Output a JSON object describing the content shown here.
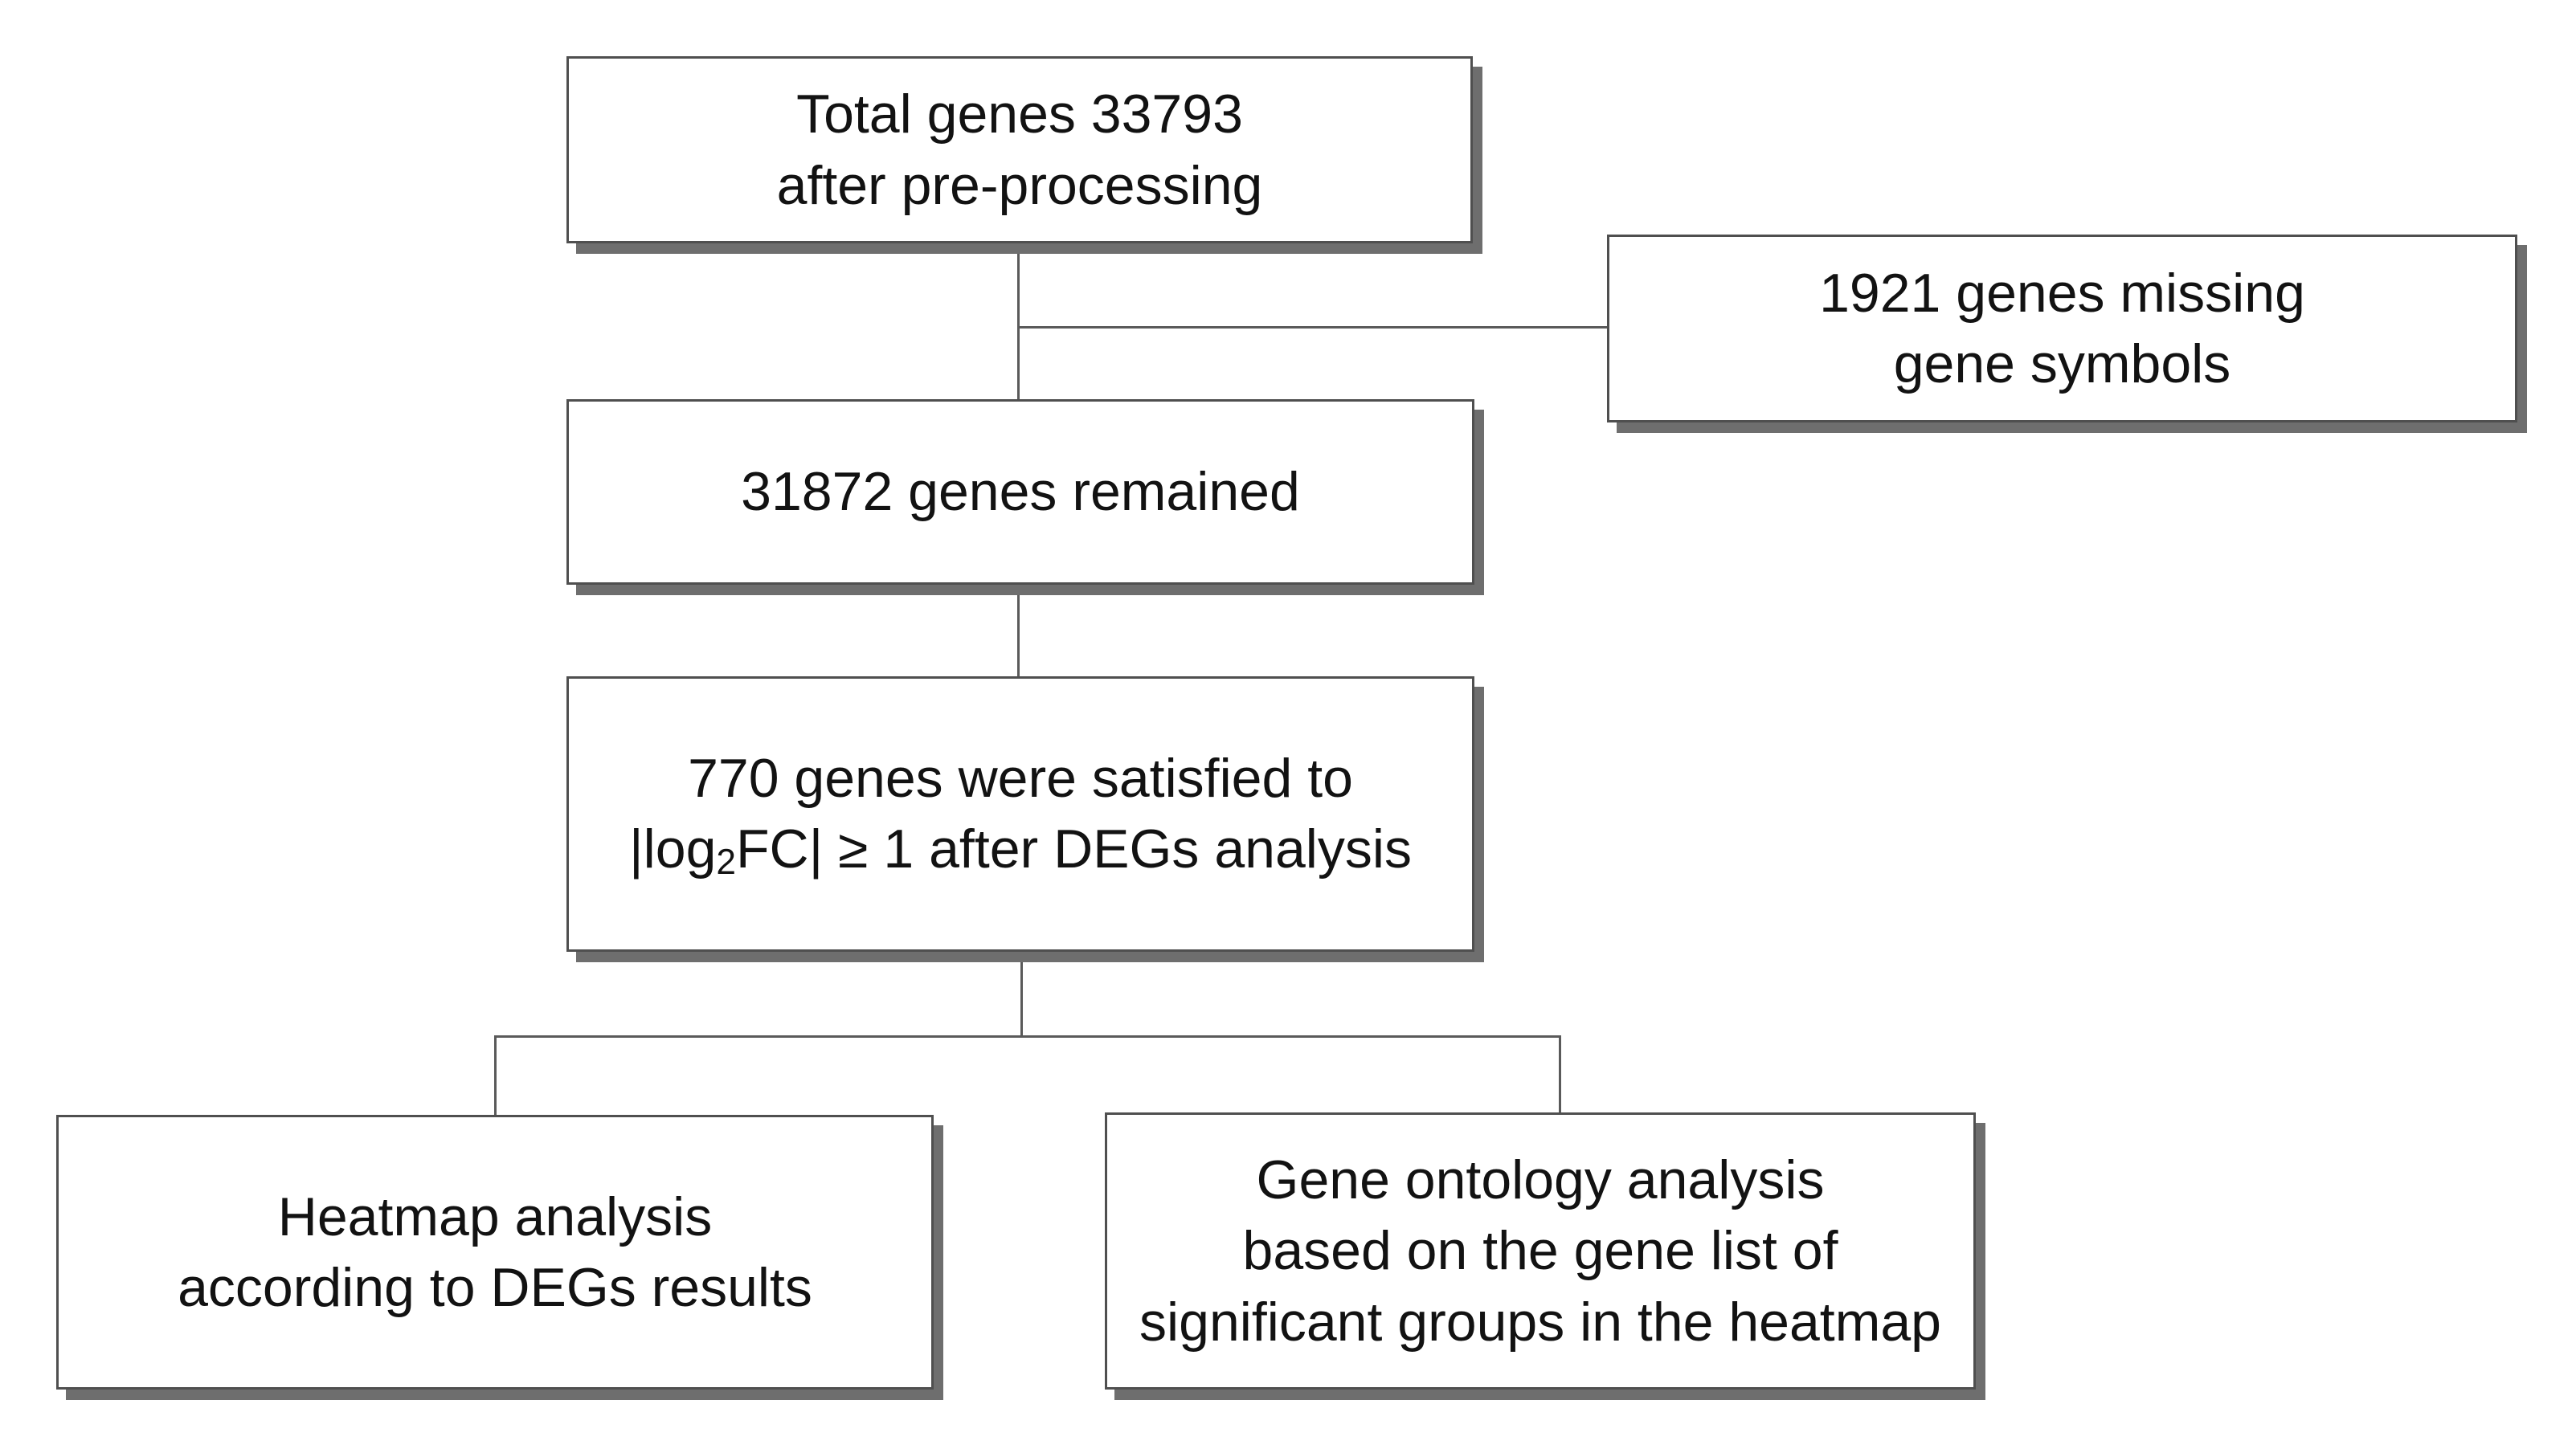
{
  "diagram": {
    "colors": {
      "background": "#ffffff",
      "box_border": "#4f4f4f",
      "box_shadow": "#6e6e6e",
      "connector": "#5a5a5a",
      "text": "#121212"
    },
    "nodes": {
      "total": {
        "lines": [
          "Total genes 33793",
          "after pre-processing"
        ]
      },
      "missing": {
        "lines": [
          "1921 genes missing",
          "gene symbols"
        ]
      },
      "remained": {
        "lines": [
          "31872 genes remained"
        ]
      },
      "degs": {
        "line1": "770 genes were satisfied to",
        "line2_pre": "|log",
        "line2_sub": "2",
        "line2_post": "FC| ≥ 1 after DEGs analysis"
      },
      "heatmap": {
        "lines": [
          "Heatmap analysis",
          "according to DEGs results"
        ]
      },
      "ontology": {
        "lines": [
          "Gene ontology analysis",
          "based on the gene list of",
          "significant groups in the heatmap"
        ]
      }
    }
  }
}
